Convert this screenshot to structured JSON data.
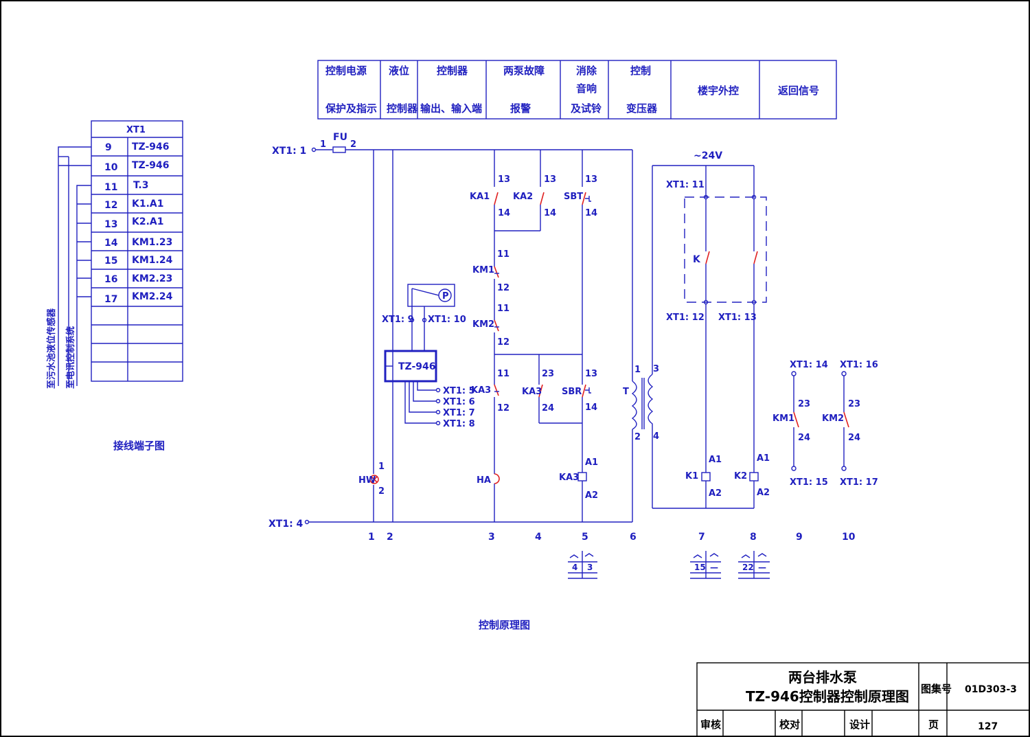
{
  "header_columns": [
    {
      "lines": [
        "控制电源",
        "保护及指示"
      ]
    },
    {
      "lines": [
        "液位",
        "控制器"
      ]
    },
    {
      "lines": [
        "控制器",
        "输出、输入端"
      ]
    },
    {
      "lines": [
        "两泵故障",
        "报警"
      ]
    },
    {
      "lines": [
        "消除",
        "音响",
        "及试铃"
      ]
    },
    {
      "lines": [
        "控制",
        "变压器"
      ]
    },
    {
      "lines": [
        "楼宇外控"
      ]
    },
    {
      "lines": [
        "返回信号"
      ]
    }
  ],
  "terminal_table": {
    "title": "XT1",
    "rows": [
      {
        "no": "9",
        "label": "TZ-946"
      },
      {
        "no": "10",
        "label": "TZ-946"
      },
      {
        "no": "11",
        "label": "T.3"
      },
      {
        "no": "12",
        "label": "K1.A1"
      },
      {
        "no": "13",
        "label": "K2.A1"
      },
      {
        "no": "14",
        "label": "KM1.23"
      },
      {
        "no": "15",
        "label": "KM1.24"
      },
      {
        "no": "16",
        "label": "KM2.23"
      },
      {
        "no": "17",
        "label": "KM2.24"
      }
    ],
    "side_labels": [
      "至污水池液位传感器",
      "至电讯控制系统"
    ],
    "caption": "接线端子图"
  },
  "circuit": {
    "xt1_1": "XT1: 1",
    "xt1_4": "XT1: 4",
    "fuse": "FU",
    "fuse_pin1": "1",
    "fuse_pin2": "2",
    "voltage": "~24V",
    "controller": "TZ-946",
    "sensor": "P",
    "xt1_9": "XT1: 9",
    "xt1_10": "XT1: 10",
    "xt1_5": "XT1: 5",
    "xt1_6": "XT1: 6",
    "xt1_7": "XT1: 7",
    "xt1_8": "XT1: 8",
    "xt1_11": "XT1: 11",
    "xt1_12": "XT1: 12",
    "xt1_13": "XT1: 13",
    "xt1_14": "XT1: 14",
    "xt1_15": "XT1: 15",
    "xt1_16": "XT1: 16",
    "xt1_17": "XT1: 17",
    "lamp": "HW",
    "buzzer": "HA",
    "transformer": "T",
    "relay_k": "K",
    "coil_k1": "K1",
    "coil_k2": "K2",
    "coil_ka3": "KA3",
    "contacts": {
      "ka1": "KA1",
      "ka2": "KA2",
      "sbt": "SBT",
      "km1": "KM1",
      "km2": "KM2",
      "ka3a": "KA3",
      "ka3b": "KA3",
      "sbr": "SBR",
      "km1r": "KM1",
      "km2r": "KM2"
    },
    "pins": {
      "p13": "13",
      "p14": "14",
      "p11": "11",
      "p12": "12",
      "p23": "23",
      "p24": "24",
      "a1": "A1",
      "a2": "A2",
      "n1": "1",
      "n2": "2",
      "n3": "3",
      "n4": "4"
    },
    "column_numbers": [
      "1",
      "2",
      "3",
      "4",
      "5",
      "6",
      "7",
      "8",
      "9",
      "10"
    ],
    "ref_tables": [
      {
        "left": "4",
        "right": "3"
      },
      {
        "left": "15",
        "right": "—"
      },
      {
        "left": "22",
        "right": "—"
      }
    ],
    "caption": "控制原理图"
  },
  "title_block": {
    "title_line1": "两台排水泵",
    "title_line2": "TZ-946控制器控制原理图",
    "atlas_label": "图集号",
    "atlas_no": "01D303-3",
    "review": "审核",
    "check": "校对",
    "design": "设计",
    "page_label": "页",
    "page_no": "127"
  }
}
